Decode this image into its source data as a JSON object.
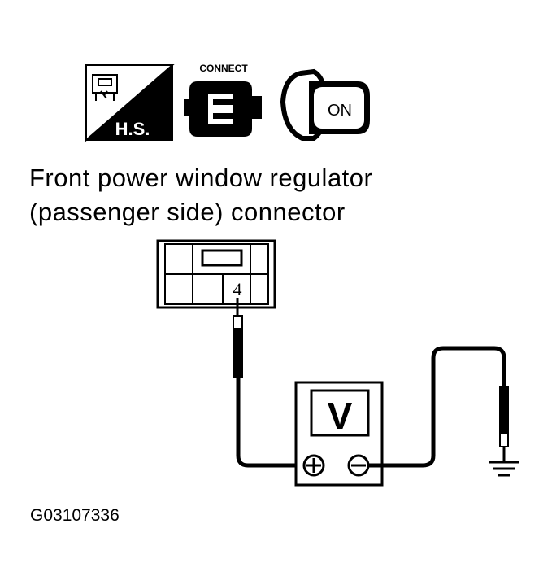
{
  "icons": {
    "hs_label": "H.S.",
    "connect_label": "CONNECT",
    "ign_label": "ON"
  },
  "title": {
    "line1": "Front power window regulator",
    "line2": "(passenger side) connector"
  },
  "connector": {
    "terminal": "4"
  },
  "meter": {
    "symbol": "V"
  },
  "figure_code": "G03107336"
}
